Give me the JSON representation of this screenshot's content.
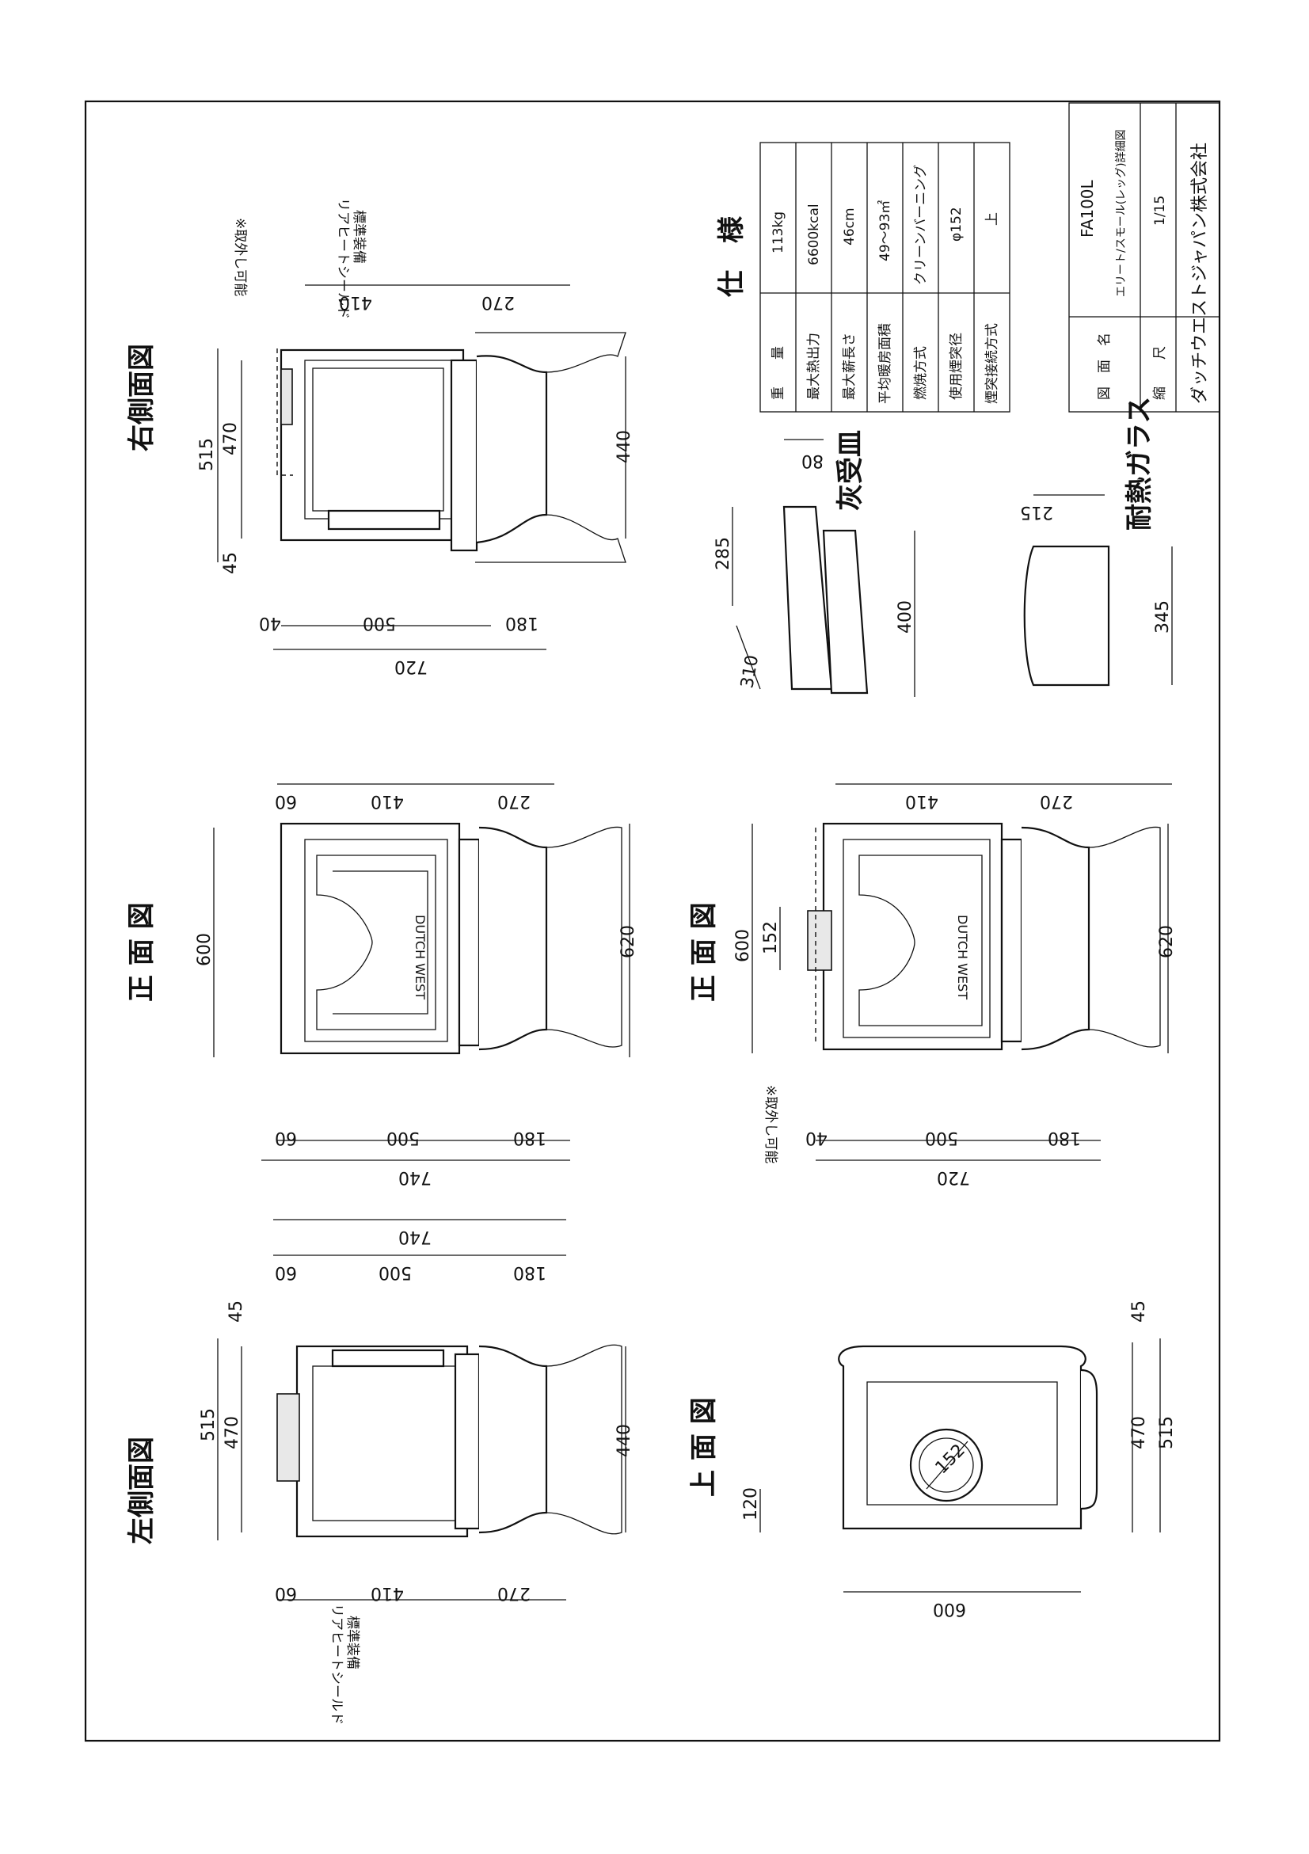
{
  "views": {
    "right_side": {
      "title": "右側面図",
      "dims": [
        "515",
        "470",
        "45",
        "410",
        "270",
        "40",
        "500",
        "180",
        "720",
        "440"
      ],
      "note_removable": "※取外し可能",
      "note_shield_1": "リアヒートシールド",
      "note_shield_2": "標準装備"
    },
    "front_top": {
      "title": "正 面 図",
      "dims": [
        "600",
        "60",
        "410",
        "270",
        "60",
        "500",
        "180",
        "740",
        "620"
      ],
      "brand": "DUTCH WEST"
    },
    "left_side": {
      "title": "左側面図",
      "dims": [
        "740",
        "60",
        "500",
        "180",
        "45",
        "515",
        "470",
        "440",
        "60",
        "410",
        "270"
      ],
      "note_shield_1": "リアヒートシールド",
      "note_shield_2": "標準装備"
    },
    "front_bottom": {
      "title": "正 面 図",
      "dims": [
        "600",
        "152",
        "410",
        "270",
        "40",
        "500",
        "180",
        "720",
        "620"
      ],
      "note_removable": "※取外し可能",
      "brand": "DUTCH WEST"
    },
    "top": {
      "title": "上 面 図",
      "dims": [
        "45",
        "470",
        "515",
        "120",
        "600",
        "152"
      ]
    },
    "ash_pan": {
      "label": "灰受皿",
      "dims": [
        "80",
        "285",
        "400",
        "310"
      ]
    },
    "glass": {
      "label": "耐熱ガラス",
      "dims": [
        "215",
        "345"
      ]
    }
  },
  "spec_table": {
    "title": "仕　様",
    "rows": [
      {
        "label": "重　　量",
        "value": "113kg"
      },
      {
        "label": "最大熱出力",
        "value": "6600kcal"
      },
      {
        "label": "最大薪長さ",
        "value": "46cm"
      },
      {
        "label": "平均暖房面積",
        "value": "49～93㎡"
      },
      {
        "label": "燃焼方式",
        "value": "クリーンバーニング"
      },
      {
        "label": "使用煙突径",
        "value": "φ152"
      },
      {
        "label": "煙突接続方式",
        "value": "上"
      }
    ]
  },
  "title_block": {
    "drawing_name_label": "図　面　名",
    "drawing_name_1": "FA100L",
    "drawing_name_2": "エリート/スモール(レッグ)詳細図",
    "scale_label": "縮　　尺",
    "scale_value": "1/15",
    "company": "ダッチウエストジャパン株式会社"
  }
}
